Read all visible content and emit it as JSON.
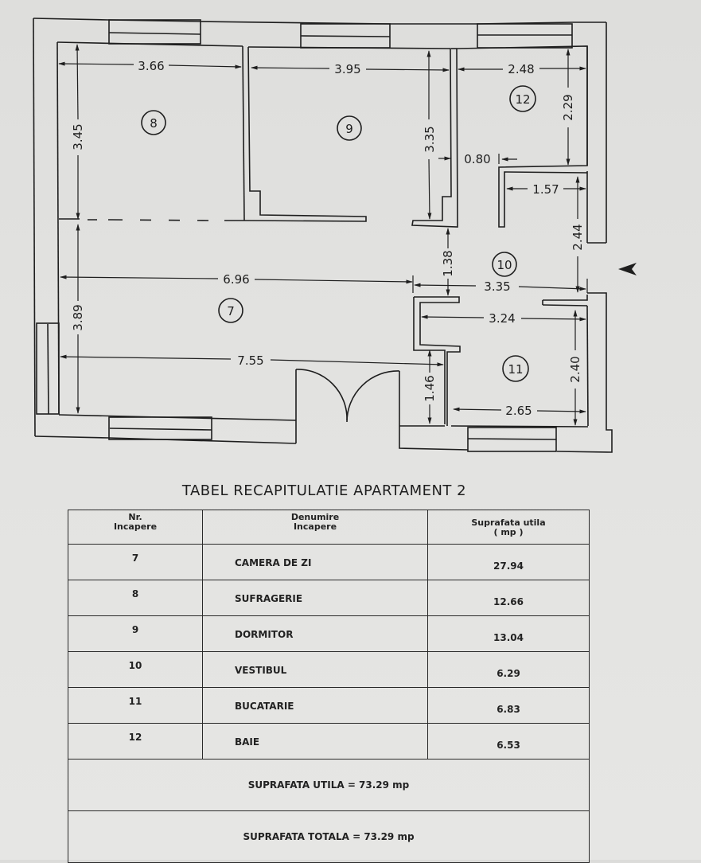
{
  "floor_plan": {
    "rooms": [
      {
        "number": "7",
        "label": "7"
      },
      {
        "number": "8",
        "label": "8"
      },
      {
        "number": "9",
        "label": "9"
      },
      {
        "number": "10",
        "label": "10"
      },
      {
        "number": "11",
        "label": "11"
      },
      {
        "number": "12",
        "label": "12"
      }
    ],
    "dimensions": {
      "room8_width": "3.66",
      "room8_height": "3.45",
      "room9_width": "3.95",
      "room9_height": "3.35",
      "room12_width": "2.48",
      "room12_height": "2.29",
      "hall_offset": "0.80",
      "closet_width": "1.57",
      "vest_height": "2.44",
      "vest_gap": "1.38",
      "room7_width_upper": "6.96",
      "room7_width_lower": "7.55",
      "room7_height": "3.89",
      "vest_width": "3.35",
      "kitchen_width_upper": "3.24",
      "kitchen_height": "2.40",
      "kitchen_width_lower": "2.65",
      "door_recess": "1.46"
    },
    "entrance_marker": "entrance-arrow"
  },
  "table": {
    "title": "TABEL RECAPITULATIE APARTAMENT 2",
    "headers": {
      "nr_line1": "Nr.",
      "nr_line2": "Incapere",
      "name_line1": "Denumire",
      "name_line2": "Incapere",
      "area_line1": "Suprafata utila",
      "area_line2": "( mp )"
    },
    "rows": [
      {
        "nr": "7",
        "name": "CAMERA DE ZI",
        "area": "27.94"
      },
      {
        "nr": "8",
        "name": "SUFRAGERIE",
        "area": "12.66"
      },
      {
        "nr": "9",
        "name": "DORMITOR",
        "area": "13.04"
      },
      {
        "nr": "10",
        "name": "VESTIBUL",
        "area": "6.29"
      },
      {
        "nr": "11",
        "name": "BUCATARIE",
        "area": "6.83"
      },
      {
        "nr": "12",
        "name": "BAIE",
        "area": "6.53"
      }
    ],
    "useful_area": "SUPRAFATA UTILA = 73.29 mp",
    "total_area": "SUPRAFATA TOTALA = 73.29 mp"
  }
}
